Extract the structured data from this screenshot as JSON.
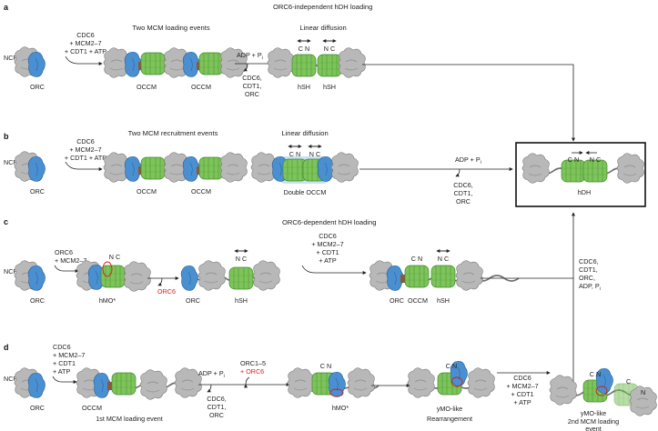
{
  "panels": {
    "a": {
      "letter": "a",
      "title": "ORC6-independent hDH loading",
      "ncp": "NCP",
      "orc": "ORC",
      "reagents": [
        "CDC6",
        "+ MCM2–7",
        "+ CDT1 + ATP"
      ],
      "stage_title_1": "Two MCM loading events",
      "occm_1": "OCCM",
      "occm_2": "OCCM",
      "adp": "ADP + P",
      "adp_sub": "i",
      "release": [
        "CDC6,",
        "CDT1,",
        "ORC"
      ],
      "stage_title_2": "Linear diffusion",
      "cn_1": "C N",
      "cn_2": "N C",
      "hsh_1": "hSH",
      "hsh_2": "hSH"
    },
    "b": {
      "letter": "b",
      "ncp": "NCP",
      "orc": "ORC",
      "reagents": [
        "CDC6",
        "+ MCM2–7",
        "+ CDT1 + ATP"
      ],
      "stage_title_1": "Two MCM recruitment events",
      "occm_1": "OCCM",
      "occm_2": "OCCM",
      "stage_title_2": "Linear diffusion",
      "cn_1": "C N",
      "cn_2": "N C",
      "double_occm": "Double OCCM",
      "adp": "ADP + P",
      "adp_sub": "i",
      "release": [
        "CDC6,",
        "CDT1,",
        "ORC"
      ],
      "result_cn": "C N",
      "result_nc": "N C",
      "result_label": "hDH"
    },
    "c": {
      "letter": "c",
      "title": "ORC6-dependent hDH loading",
      "ncp": "NCP",
      "orc": "ORC",
      "reagents": [
        "ORC6",
        "+ MCM2–7"
      ],
      "nc": "N C",
      "hmo": "hMO*",
      "orc6_release": "ORC6",
      "orc_2": "ORC",
      "nc_2": "N C",
      "hsh": "hSH",
      "reagents_2": [
        "CDC6",
        "+ MCM2–7",
        "+ CDT1",
        "+ ATP"
      ],
      "orc_3": "ORC",
      "cn_3": "C N",
      "nc_3": "N C",
      "occm": "OCCM",
      "hsh_2": "hSH",
      "release_up": [
        "CDC6,",
        "CDT1,",
        "ORC,",
        "ADP, P"
      ],
      "release_up_sub": "i"
    },
    "d": {
      "letter": "d",
      "ncp": "NCP",
      "orc": "ORC",
      "reagents": [
        "CDC6",
        "+ MCM2–7",
        "+ CDT1",
        "+ ATP"
      ],
      "occm": "OCCM",
      "caption_1": "1st MCM loading event",
      "adp": "ADP + P",
      "adp_sub": "i",
      "release": [
        "CDC6,",
        "CDT1,",
        "ORC"
      ],
      "orc15": "ORC1–5",
      "orc6_add": "+ ORC6",
      "cn_1": "C N",
      "hmo": "hMO*",
      "cn_2": "C N",
      "ymo_1": "yMO-like",
      "rearrangement": "Rearrangement",
      "reagents_2": [
        "CDC6",
        "+ MCM2–7",
        "+ CDT1",
        "+ ATP"
      ],
      "cn_3": "C N",
      "c_lbl": "C",
      "n_lbl": "N",
      "ymo_2": "yMO-like",
      "caption_2": [
        "2nd MCM loading",
        "event"
      ]
    }
  },
  "colors": {
    "mcm": "#7ec45a",
    "mcm_dark": "#3f8a2c",
    "orc": "#4a8fd0",
    "orc_dark": "#1f5f9e",
    "cdc6": "#8a5a3a",
    "nucleosome": "#b8b8b8",
    "orc6": "#d81e1e",
    "glow_green": "#cfe8c2",
    "glow_blue": "#9cc5e8"
  },
  "icons": [
    "nucleosome-icon",
    "orc-icon",
    "mcm-hexamer-icon",
    "diffusion-arrow-icon"
  ]
}
